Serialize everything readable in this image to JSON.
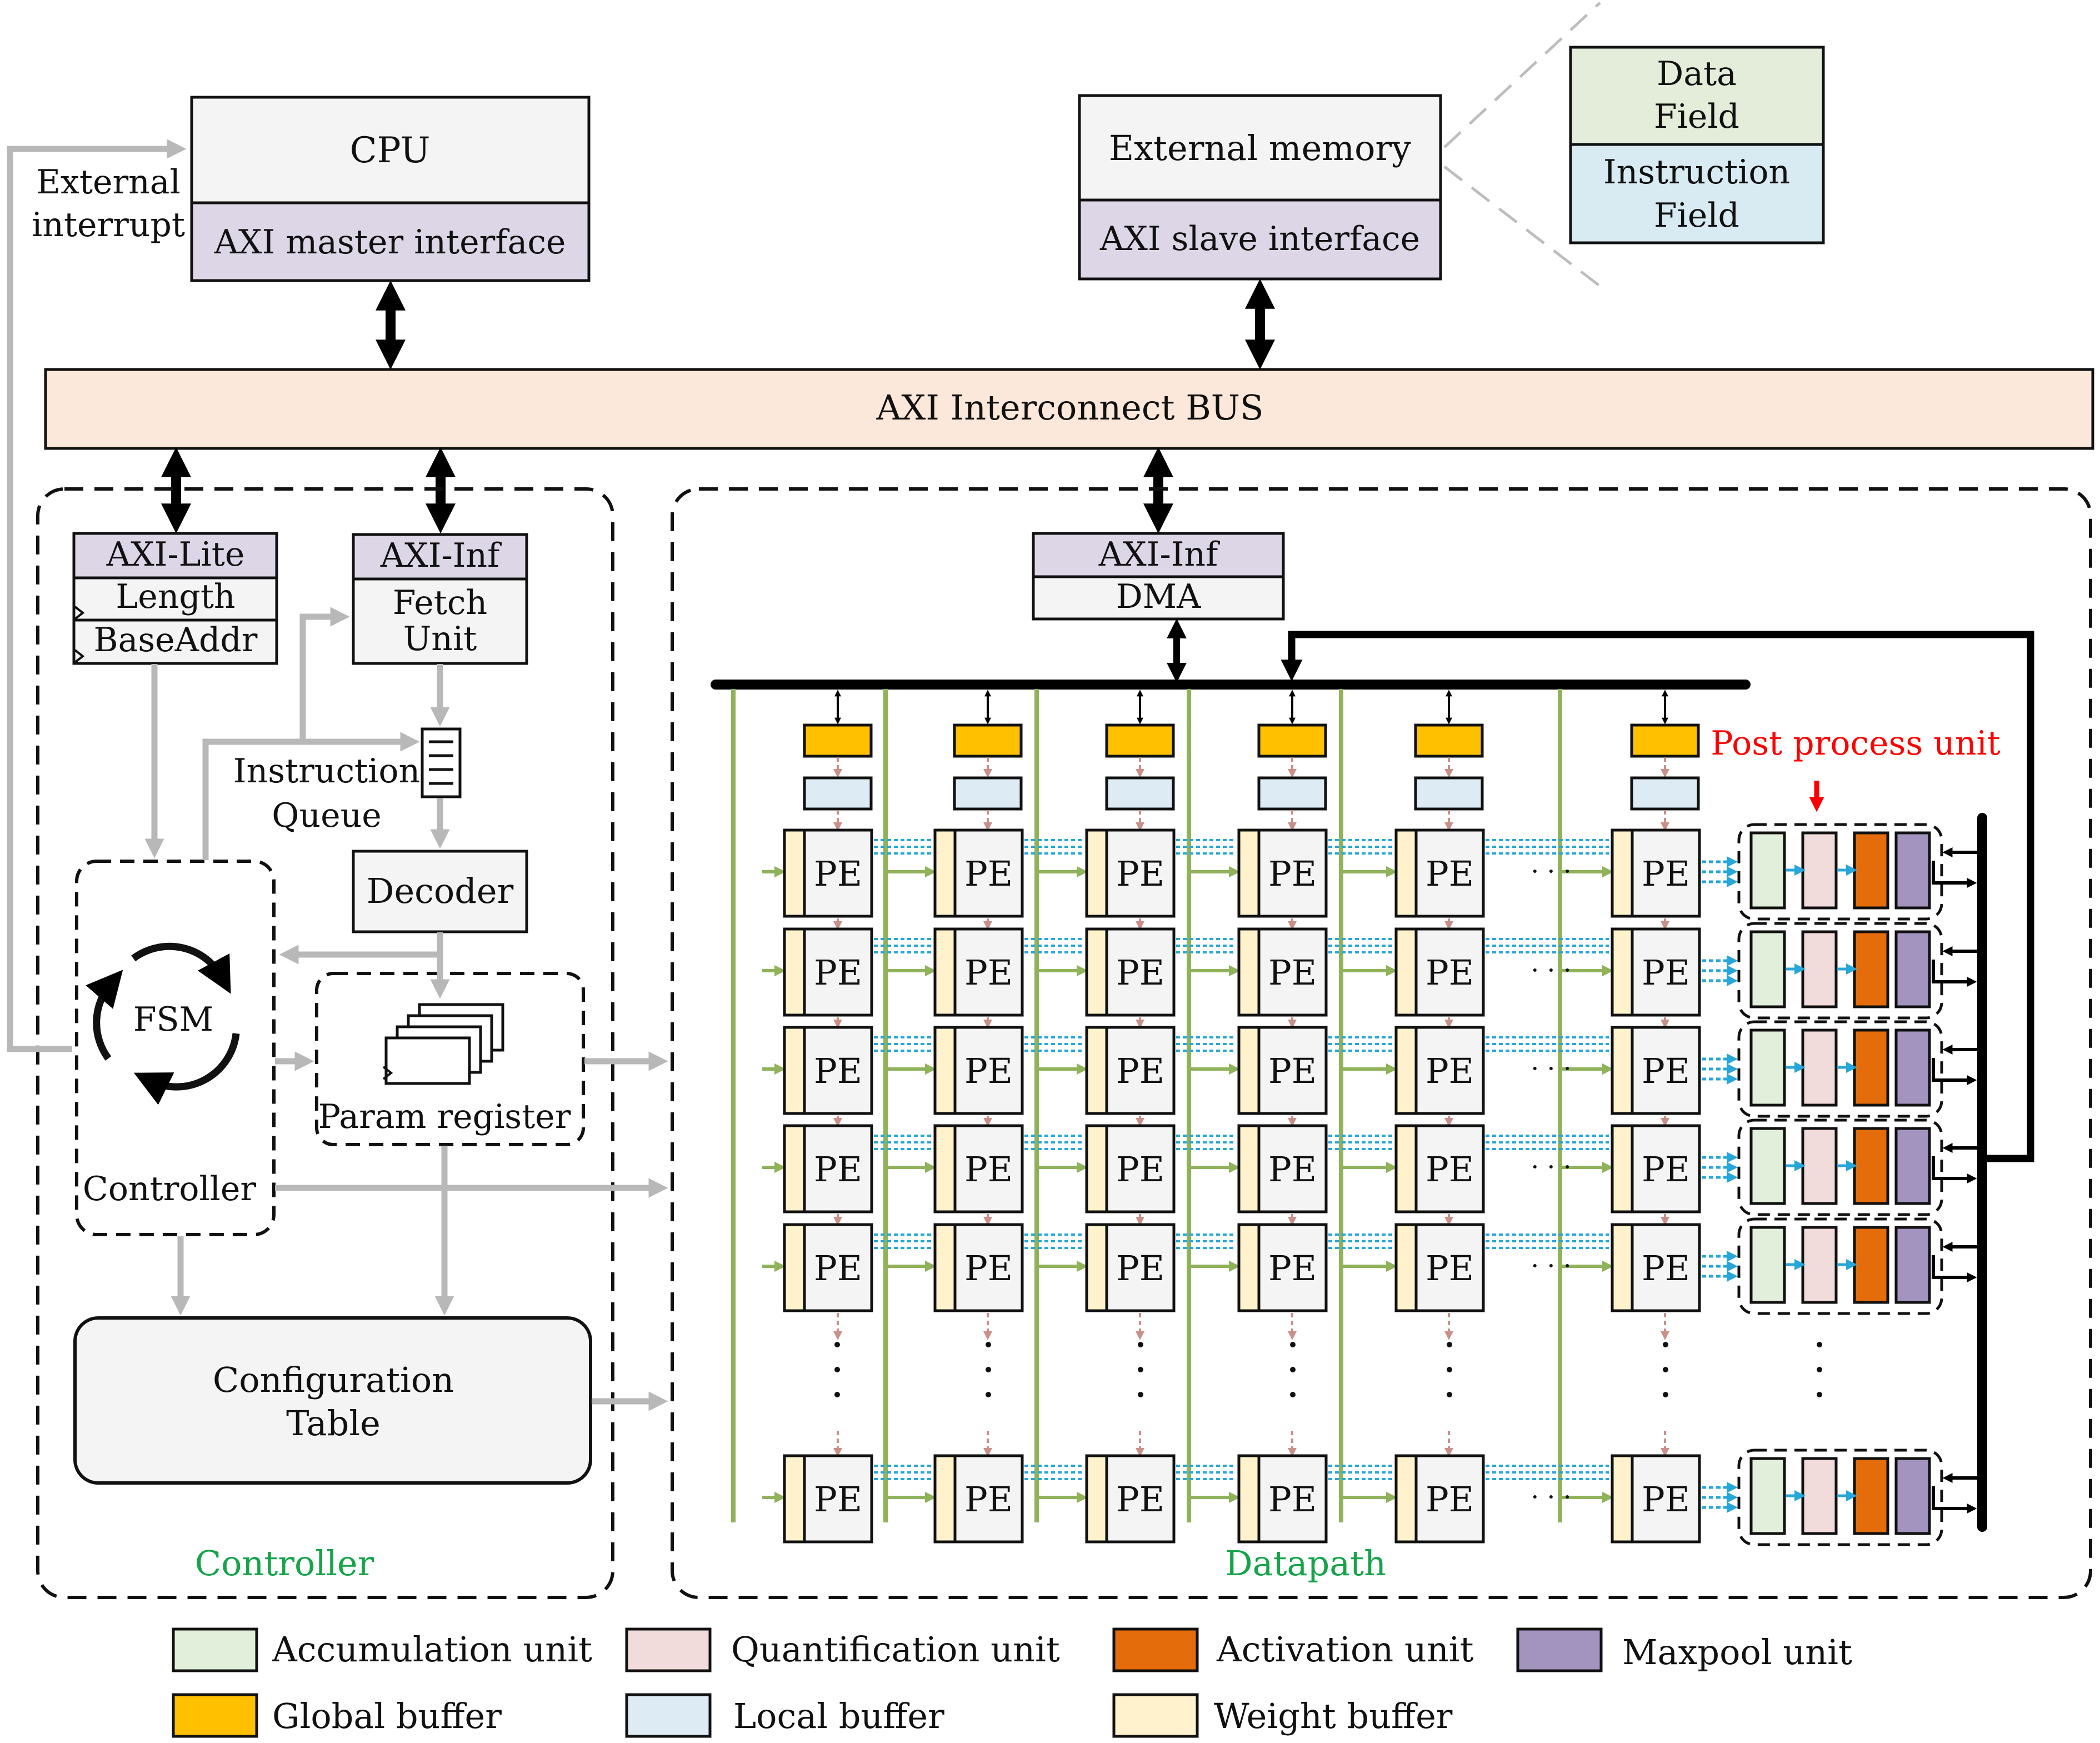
{
  "cpu": {
    "title": "CPU",
    "interface": "AXI master interface"
  },
  "external_memory": {
    "title": "External memory",
    "interface": "AXI slave interface"
  },
  "memory_fields": {
    "data_line1": "Data",
    "data_line2": "Field",
    "instr_line1": "Instruction",
    "instr_line2": "Field"
  },
  "external_interrupt": {
    "line1": "External",
    "line2": "interrupt"
  },
  "bus": {
    "label": "AXI Interconnect BUS"
  },
  "controller": {
    "axi_lite": "AXI-Lite",
    "length": "Length",
    "baseaddr": "BaseAddr",
    "axi_inf": "AXI-Inf",
    "fetch_line1": "Fetch",
    "fetch_line2": "Unit",
    "queue_line1": "Instruction",
    "queue_line2": "Queue",
    "decoder": "Decoder",
    "fsm": "FSM",
    "controller_label": "Controller",
    "param_register": "Param register",
    "config_line1": "Configuration",
    "config_line2": "Table",
    "region_label": "Controller"
  },
  "datapath": {
    "axi_inf": "AXI-Inf",
    "dma": "DMA",
    "pe_label": "PE",
    "ellipsis": "· · ·",
    "post_process": "Post process unit",
    "region_label": "Datapath"
  },
  "legend": {
    "accumulation": "Accumulation unit",
    "quantification": "Quantification unit",
    "activation": "Activation unit",
    "maxpool": "Maxpool unit",
    "global_buffer": "Global buffer",
    "local_buffer": "Local buffer",
    "weight_buffer": "Weight buffer"
  },
  "colors": {
    "interface_purple": "#DCD6E6",
    "box_gray": "#F4F4F4",
    "bus_orange": "#FCE8DA",
    "data_field_green": "#E3EDD9",
    "instr_field_blue": "#D9EBF2",
    "global_buffer": "#FFC000",
    "local_buffer": "#DDEBF4",
    "weight_buffer": "#FFF2CC",
    "accumulation": "#E2EFDA",
    "quantification": "#F2DCDB",
    "activation": "#E46C0A",
    "maxpool": "#A294BF",
    "green_line": "#8FB25A",
    "blue_dotted": "#27A6D9",
    "red_dotted": "#C99089",
    "gray_arrow": "#B8B8B8",
    "label_green": "#16A34A",
    "label_red": "#FF0000"
  }
}
